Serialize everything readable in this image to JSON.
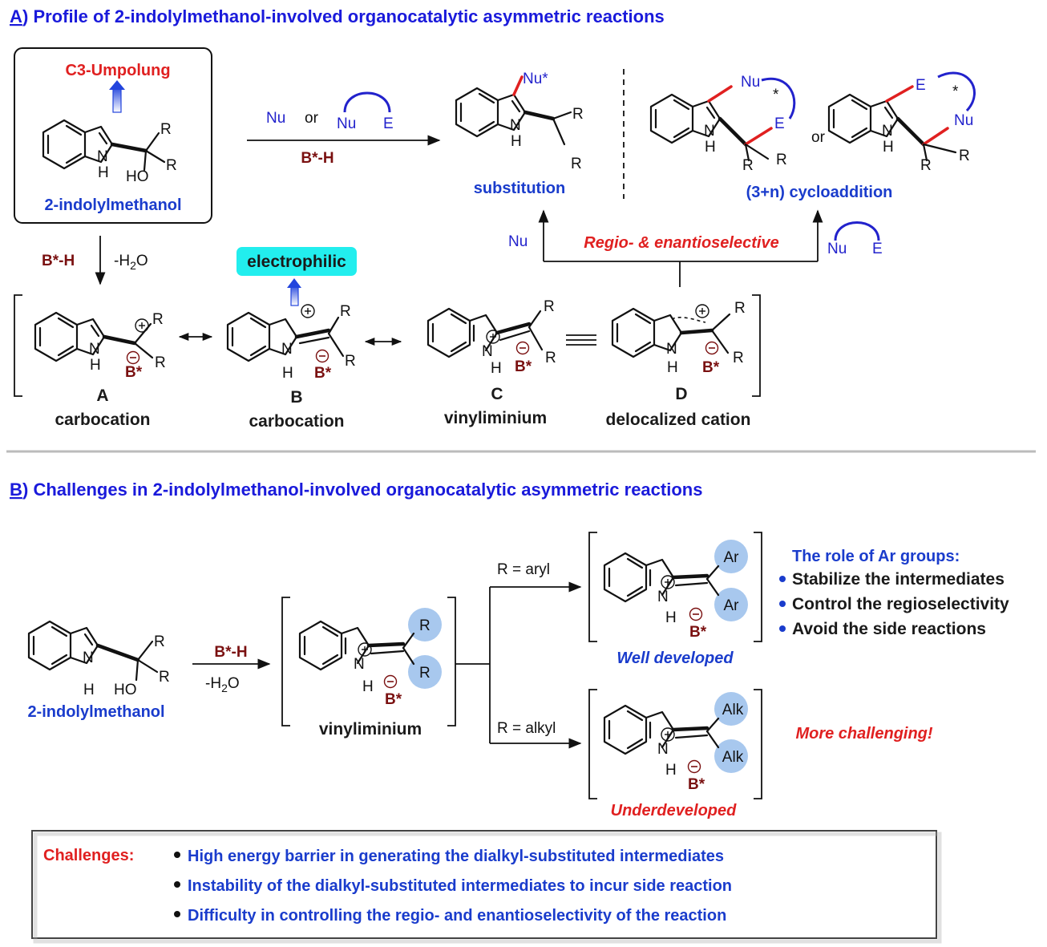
{
  "sectionA": {
    "letter": "A",
    "title": ") Profile of 2-indolylmethanol-involved organocatalytic asymmetric reactions",
    "umpolung": "C3-Umpolung",
    "start_name": "2-indolylmethanol",
    "reagent_top": "B*-H",
    "nu": "Nu",
    "or": "or",
    "e": "E",
    "nu_star": "Nu*",
    "star": "*",
    "substitution": "substitution",
    "cycloaddition": "(3+n) cycloaddition",
    "regio": "Regio- & enantioselective",
    "reagent_down": "B*-H",
    "minus_water": "-H2O",
    "electrophilic": "electrophilic",
    "intermediates": [
      {
        "letter": "A",
        "name": "carbocation"
      },
      {
        "letter": "B",
        "name": "carbocation"
      },
      {
        "letter": "C",
        "name": "vinyliminium"
      },
      {
        "letter": "D",
        "name": "delocalized cation"
      }
    ],
    "counterion": "B*"
  },
  "sectionB": {
    "letter": "B",
    "title": ") Challenges in 2-indolylmethanol-involved organocatalytic asymmetric reactions",
    "start_name": "2-indolylmethanol",
    "reagent": "B*-H",
    "minus_water": "-H2O",
    "vinyliminium": "vinyliminium",
    "r_aryl": "R = aryl",
    "r_alkyl": "R = alkyl",
    "ar": "Ar",
    "alk": "Alk",
    "well": "Well developed",
    "under": "Underdeveloped",
    "more": "More challenging!",
    "role_title": "The role of Ar groups:",
    "roles": [
      "Stabilize the intermediates",
      "Control the regioselectivity",
      "Avoid the side reactions"
    ],
    "challenges_label": "Challenges:",
    "challenges": [
      "High energy barrier in generating the dialkyl-substituted intermediates",
      "Instability of the dialkyl-substituted intermediates to incur side reaction",
      "Difficulty in controlling the regio- and enantioselectivity of the reaction"
    ]
  },
  "colors": {
    "title_blue": "#1a1adb",
    "red": "#e02020",
    "maroon": "#7a1010",
    "cyan": "#22eeee",
    "circle": "#a8c8ee"
  }
}
